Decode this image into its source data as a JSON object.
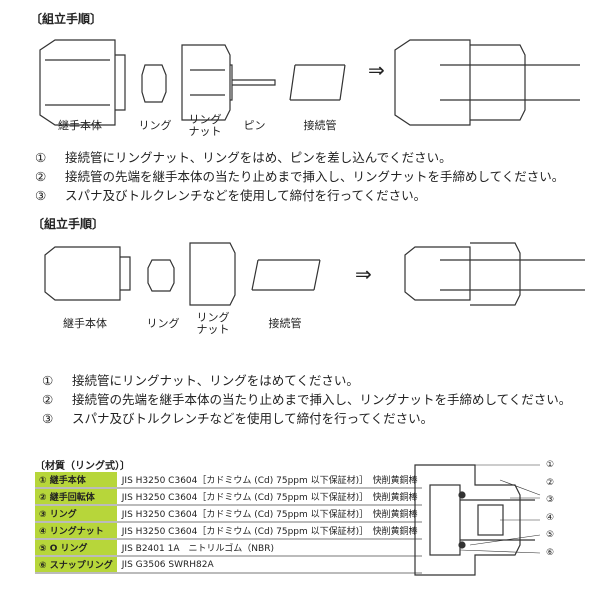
{
  "section1": {
    "title": "〔組立手順〕",
    "labels": {
      "body": "継手本体",
      "ring": "リング",
      "ringnut": "リング\nナット",
      "pin": "ピン",
      "pipe": "接続管"
    },
    "arrow": "⇒",
    "steps": [
      {
        "num": "①",
        "text": "接続管にリングナット、リングをはめ、ピンを差し込んでください。"
      },
      {
        "num": "②",
        "text": "接続管の先端を継手本体の当たり止めまで挿入し、リングナットを手締めしてください。"
      },
      {
        "num": "③",
        "text": "スパナ及びトルクレンチなどを使用して締付を行ってください。"
      }
    ]
  },
  "section2": {
    "title": "〔組立手順〕",
    "labels": {
      "body": "継手本体",
      "ring": "リング",
      "ringnut": "リング\nナット",
      "pipe": "接続管"
    },
    "arrow": "⇒",
    "steps": [
      {
        "num": "①",
        "text": "接続管にリングナット、リングをはめてください。"
      },
      {
        "num": "②",
        "text": "接続管の先端を継手本体の当たり止めまで挿入し、リングナットを手締めしてください。"
      },
      {
        "num": "③",
        "text": "スパナ及びトルクレンチなどを使用して締付を行ってください。"
      }
    ]
  },
  "materials": {
    "title": "〔材質（リング式）〕",
    "rows": [
      {
        "part": "① 継手本体",
        "spec": "JIS H3250 C3604［カドミウム (Cd) 75ppm 以下保証材)］　快削黄銅棒"
      },
      {
        "part": "② 継手回転体",
        "spec": "JIS H3250 C3604［カドミウム (Cd) 75ppm 以下保証材)］　快削黄銅棒"
      },
      {
        "part": "③ リング",
        "spec": "JIS H3250 C3604［カドミウム (Cd) 75ppm 以下保証材)］　快削黄銅棒"
      },
      {
        "part": "④ リングナット",
        "spec": "JIS H3250 C3604［カドミウム (Cd) 75ppm 以下保証材)］　快削黄銅棒"
      },
      {
        "part": "⑤ O リング",
        "spec": "JIS B2401 1A　ニトリルゴム（NBR)"
      },
      {
        "part": "⑥ スナップリング",
        "spec": "JIS G3506 SWRH82A"
      }
    ]
  },
  "callouts": [
    "①",
    "②",
    "③",
    "④",
    "⑤",
    "⑥"
  ],
  "colors": {
    "accent": "#b7d63a"
  }
}
